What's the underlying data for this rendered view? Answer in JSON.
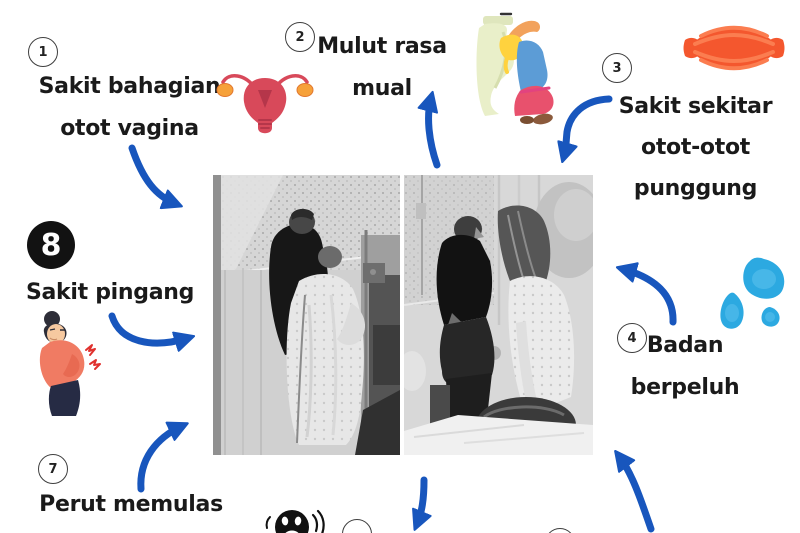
{
  "page": {
    "background": "#ffffff",
    "language": "ms"
  },
  "colors": {
    "arrow_blue": "#1856BD",
    "text_dark": "#1a1a1a",
    "number_circle_border": "#3f3f3f",
    "badge8_bg": "#121212",
    "muscle_orange": "#F4572E",
    "droplet_blue": "#2CA9E1",
    "uterus_red": "#D8495A",
    "ovary_orange": "#F6A13A",
    "toilet_cream": "#E9EFC9",
    "hair_yellow": "#FFD23E",
    "shirt_blue": "#5C9CD6",
    "pants_pink": "#E8516D",
    "skin_orange": "#F2A25C",
    "coral_top": "#F07B63",
    "navy_pants": "#262B44",
    "pain_red": "#E0312E"
  },
  "items": {
    "item1": {
      "number": "1",
      "line1": "Sakit bahagian",
      "line2": "otot vagina",
      "icon": "uterus-icon"
    },
    "item2": {
      "number": "2",
      "line1": "Mulut rasa",
      "line2": "mual",
      "icon": "nausea-toilet-icon"
    },
    "item3": {
      "number": "3",
      "line1": "Sakit sekitar",
      "line2": "otot-otot",
      "line3": "punggung",
      "icon": "muscle-icon"
    },
    "item4": {
      "number": "4",
      "line1": "Badan",
      "line2": "berpeluh",
      "icon": "sweat-droplets-icon"
    },
    "item7": {
      "number": "7",
      "line1": "Perut memulas"
    },
    "item8": {
      "number": "8",
      "line1": "Sakit pingang",
      "icon": "back-pain-woman-icon"
    }
  },
  "photo": {
    "style": "black-and-white",
    "panels": 2
  },
  "partial_bottom": {
    "visible_icons": [
      "screaming-face-icon"
    ],
    "partial_number_circles": 2
  }
}
